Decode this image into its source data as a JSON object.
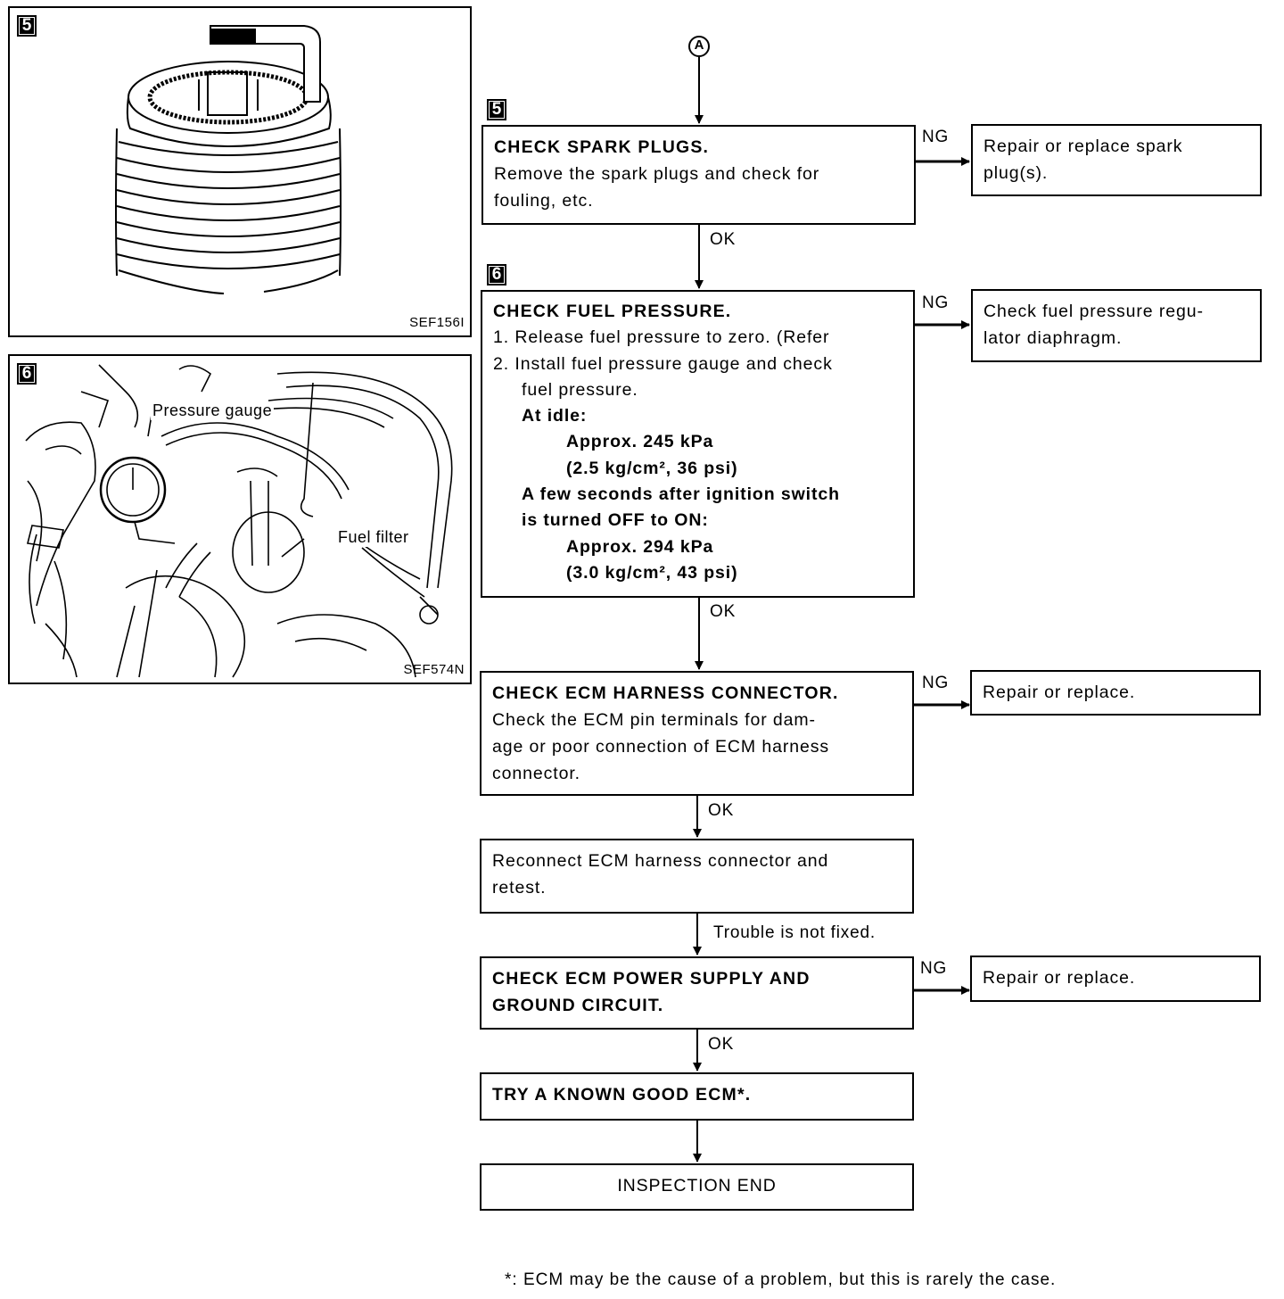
{
  "figures": {
    "fig5": {
      "step": "5",
      "code": "SEF156I"
    },
    "fig6": {
      "step": "6",
      "code": "SEF574N",
      "labels": {
        "pressure_gauge": "Pressure gauge",
        "fuel_filter": "Fuel filter"
      }
    }
  },
  "flow": {
    "connector": "A",
    "step5_badge": "5",
    "step6_badge": "6",
    "ok": "OK",
    "ng": "NG",
    "trouble_not_fixed": "Trouble is not fixed.",
    "spark": {
      "title": "CHECK SPARK PLUGS.",
      "lines": [
        "Remove the spark plugs and check for",
        "fouling, etc."
      ],
      "ng_action": [
        "Repair or replace spark",
        "plug(s)."
      ]
    },
    "fuel": {
      "title": "CHECK FUEL PRESSURE.",
      "item1": "1.  Release fuel pressure to zero. (Refer",
      "item2a": "2.  Install fuel pressure gauge and check",
      "item2b": "fuel pressure.",
      "idle_label": "At idle:",
      "idle_kpa": "Approx. 245 kPa",
      "idle_alt": "(2.5 kg/cm², 36 psi)",
      "ign_label_1": "A few seconds after ignition switch",
      "ign_label_2": "is turned OFF to ON:",
      "ign_kpa": "Approx. 294 kPa",
      "ign_alt": "(3.0 kg/cm², 43 psi)",
      "ng_action": [
        "Check fuel pressure regu-",
        "lator diaphragm."
      ]
    },
    "harness": {
      "title": "CHECK ECM HARNESS CONNECTOR.",
      "lines": [
        "Check the ECM pin terminals for dam-",
        "age or poor connection of ECM harness",
        "connector."
      ],
      "ng_action": "Repair or replace."
    },
    "reconnect": {
      "lines": [
        "Reconnect ECM harness connector and",
        "retest."
      ]
    },
    "power": {
      "title_lines": [
        "CHECK ECM POWER SUPPLY AND",
        "GROUND CIRCUIT."
      ],
      "ng_action": "Repair or replace."
    },
    "try_ecm": {
      "title": "TRY A KNOWN GOOD ECM*."
    },
    "end": {
      "label": "INSPECTION END"
    }
  },
  "footnote": "*: ECM may be the cause of a problem, but this is rarely the case."
}
